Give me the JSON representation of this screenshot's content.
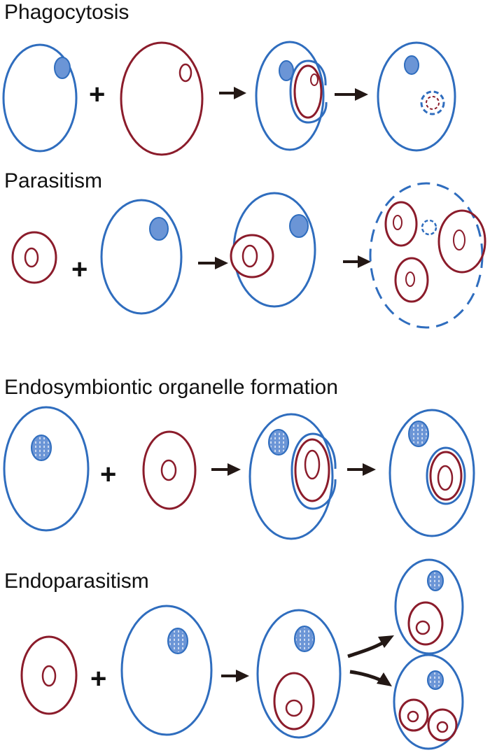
{
  "colors": {
    "host_cell": "#2f6dbe",
    "nucleus_fill": "#6b95d6",
    "symbiont_cell": "#8b1c2b",
    "arrow": "#231815",
    "background": "#ffffff"
  },
  "sections": [
    {
      "title": "Phagocytosis"
    },
    {
      "title": "Parasitism"
    },
    {
      "title": "Endosymbiontic organelle formation"
    },
    {
      "title": "Endoparasitism"
    }
  ],
  "symbols": {
    "plus": "+",
    "arrow_icon": "right-arrow-icon"
  }
}
